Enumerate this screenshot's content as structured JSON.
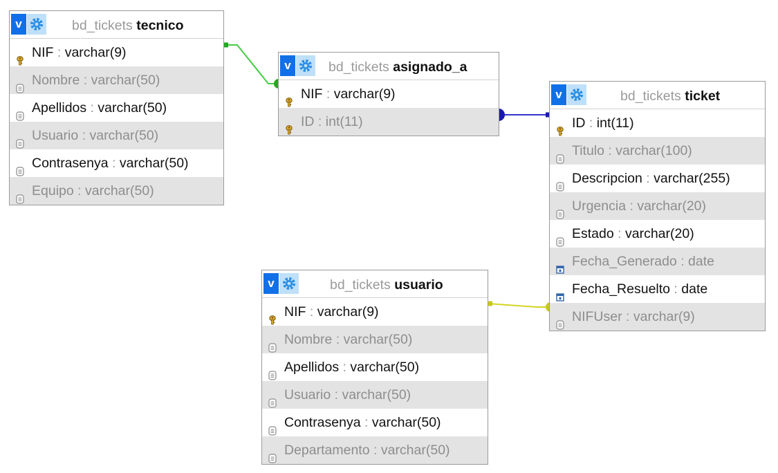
{
  "database": "bd_tickets",
  "colors": {
    "link_green": "#44cc44",
    "link_blue": "#3333cc",
    "link_yellow": "#d4d424",
    "header_v_button": "#1170e8",
    "header_gear_button": "#bfe0f8",
    "row_alt_bg": "#e3e3e3"
  },
  "tables": [
    {
      "id": "tecnico",
      "db": "bd_tickets",
      "name": "tecnico",
      "v_label": "v",
      "columns": [
        {
          "name": "NIF",
          "sep": " : ",
          "type": "varchar(9)",
          "icon": "key-icon"
        },
        {
          "name": "Nombre",
          "sep": " : ",
          "type": "varchar(50)",
          "icon": "column-icon"
        },
        {
          "name": "Apellidos",
          "sep": " : ",
          "type": "varchar(50)",
          "icon": "column-icon"
        },
        {
          "name": "Usuario",
          "sep": " : ",
          "type": "varchar(50)",
          "icon": "column-icon"
        },
        {
          "name": "Contrasenya",
          "sep": " : ",
          "type": "varchar(50)",
          "icon": "column-icon"
        },
        {
          "name": "Equipo",
          "sep": " : ",
          "type": "varchar(50)",
          "icon": "column-icon"
        }
      ]
    },
    {
      "id": "asignado_a",
      "db": "bd_tickets",
      "name": "asignado_a",
      "v_label": "v",
      "columns": [
        {
          "name": "NIF",
          "sep": " : ",
          "type": "varchar(9)",
          "icon": "key-icon"
        },
        {
          "name": "ID",
          "sep": " : ",
          "type": "int(11)",
          "icon": "key-icon"
        }
      ]
    },
    {
      "id": "ticket",
      "db": "bd_tickets",
      "name": "ticket",
      "v_label": "v",
      "columns": [
        {
          "name": "ID",
          "sep": " : ",
          "type": "int(11)",
          "icon": "key-icon"
        },
        {
          "name": "Titulo",
          "sep": " : ",
          "type": "varchar(100)",
          "icon": "column-icon"
        },
        {
          "name": "Descripcion",
          "sep": " : ",
          "type": "varchar(255)",
          "icon": "column-icon"
        },
        {
          "name": "Urgencia",
          "sep": " : ",
          "type": "varchar(20)",
          "icon": "column-icon"
        },
        {
          "name": "Estado",
          "sep": " : ",
          "type": "varchar(20)",
          "icon": "column-icon"
        },
        {
          "name": "Fecha_Generado",
          "sep": " : ",
          "type": "date",
          "icon": "date-icon"
        },
        {
          "name": "Fecha_Resuelto",
          "sep": " : ",
          "type": "date",
          "icon": "date-icon"
        },
        {
          "name": "NIFUser",
          "sep": " : ",
          "type": "varchar(9)",
          "icon": "column-icon"
        }
      ]
    },
    {
      "id": "usuario",
      "db": "bd_tickets",
      "name": "usuario",
      "v_label": "v",
      "columns": [
        {
          "name": "NIF",
          "sep": " : ",
          "type": "varchar(9)",
          "icon": "key-icon"
        },
        {
          "name": "Nombre",
          "sep": " : ",
          "type": "varchar(50)",
          "icon": "column-icon"
        },
        {
          "name": "Apellidos",
          "sep": " : ",
          "type": "varchar(50)",
          "icon": "column-icon"
        },
        {
          "name": "Usuario",
          "sep": " : ",
          "type": "varchar(50)",
          "icon": "column-icon"
        },
        {
          "name": "Contrasenya",
          "sep": " : ",
          "type": "varchar(50)",
          "icon": "column-icon"
        },
        {
          "name": "Departamento",
          "sep": " : ",
          "type": "varchar(50)",
          "icon": "column-icon"
        }
      ]
    }
  ],
  "relations": [
    {
      "from_table": "tecnico",
      "from_column": "NIF",
      "to_table": "asignado_a",
      "to_column": "NIF",
      "color": "#44cc44"
    },
    {
      "from_table": "asignado_a",
      "from_column": "ID",
      "to_table": "ticket",
      "to_column": "ID",
      "color": "#3333cc"
    },
    {
      "from_table": "usuario",
      "from_column": "NIF",
      "to_table": "ticket",
      "to_column": "NIFUser",
      "color": "#d4d424"
    }
  ]
}
